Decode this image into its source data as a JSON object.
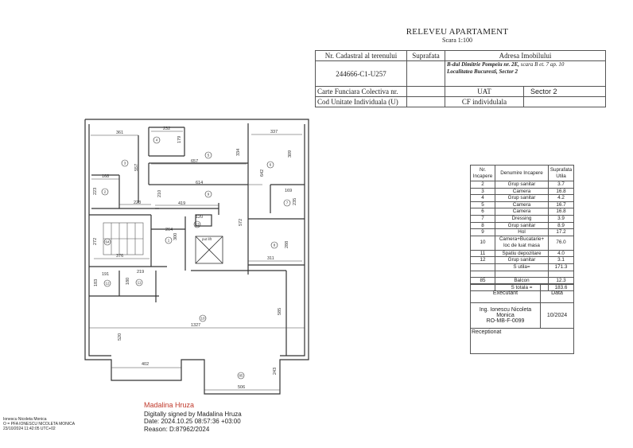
{
  "header": {
    "title": "RELEVEU APARTAMENT",
    "scale": "Scara 1:100"
  },
  "info_table": {
    "col_cadastral": "Nr. Cadastral al terenului",
    "col_suprafata": "Suprafata",
    "col_adresa": "Adresa Imobilului",
    "cadastral_value": "244666-C1-U257",
    "address_line1_bold": "B-dul Dimitrie Pompeiu nr. 2E,",
    "address_line1_rest": " scara B et. 7 ap. 10",
    "address_line2": "Localitatea  Bucuresti, Sector 2",
    "carte_funciara_label": "Carte Funciara Colectiva nr.",
    "uat_label": "UAT",
    "uat_value": "Sector 2",
    "cod_unitate_label": "Cod Unitate Individuala (U)",
    "cf_label": "CF individulala"
  },
  "rooms_table": {
    "headers": [
      "Nr. Incapere",
      "Denumire Incapere",
      "Suprafata Utila"
    ],
    "rows": [
      {
        "nr": "2",
        "name": "Grup sanitar",
        "area": "3.7"
      },
      {
        "nr": "3",
        "name": "Camera",
        "area": "16.8"
      },
      {
        "nr": "4",
        "name": "Grup sanitar",
        "area": "4.2"
      },
      {
        "nr": "5",
        "name": "Camera",
        "area": "16.7"
      },
      {
        "nr": "6",
        "name": "Camera",
        "area": "16.8"
      },
      {
        "nr": "7",
        "name": "Dressing",
        "area": "3.9"
      },
      {
        "nr": "8",
        "name": "Grup sanitar",
        "area": "8.9"
      },
      {
        "nr": "9",
        "name": "Hol",
        "area": "17.2"
      },
      {
        "nr": "10",
        "name": "Camera+Bucatarie+ loc de luat masa",
        "area": "76.0"
      },
      {
        "nr": "11",
        "name": "Spatiu depozitare",
        "area": "4.0"
      },
      {
        "nr": "12",
        "name": "Grup sanitar",
        "area": "3.1"
      }
    ],
    "s_utila_label": "S utila=",
    "s_utila": "171.3",
    "balcon": {
      "nr": "85",
      "name": "Balcon",
      "area": "12.3"
    },
    "s_totala_label": "S totala =",
    "s_totala": "183.6"
  },
  "executant": {
    "label": "Executant",
    "data_label": "Data",
    "name": "Ing. Ionescu Nicoleta Monica",
    "code": "RO-MB-F-0099",
    "date": "10/2024",
    "receptionat": "Receptionat"
  },
  "signature_left": {
    "line1": "Ionescu Nicoleta Monica",
    "line2": "O = PFA IONESCU NICOLETA MONICA",
    "line3": "23/10/2024 11:42:05 UTC+02"
  },
  "signature_right": {
    "name": "Madalina Hruza",
    "line1": "Digitally signed by Madalina Hruza",
    "line2": "Date: 2024.10.25 08:57:36 +03:00",
    "line3": "Reason: D:87962/2024",
    "name_color": "#c0392b"
  },
  "plan": {
    "dims": [
      "361",
      "232",
      "179",
      "334",
      "657",
      "337",
      "309",
      "642",
      "557",
      "168",
      "223",
      "223",
      "614",
      "210",
      "419",
      "169",
      "235",
      "120",
      "264",
      "300",
      "272",
      "376",
      "572",
      "288",
      "311",
      "191",
      "183",
      "219",
      "180",
      "1327",
      "585",
      "520",
      "402",
      "243",
      "506"
    ],
    "rooms": [
      "4",
      "5",
      "6",
      "3",
      "2",
      "9",
      "7",
      "13",
      "1",
      "64",
      "8",
      "12",
      "11",
      "10",
      "85"
    ],
    "lift_label": "put lift"
  }
}
